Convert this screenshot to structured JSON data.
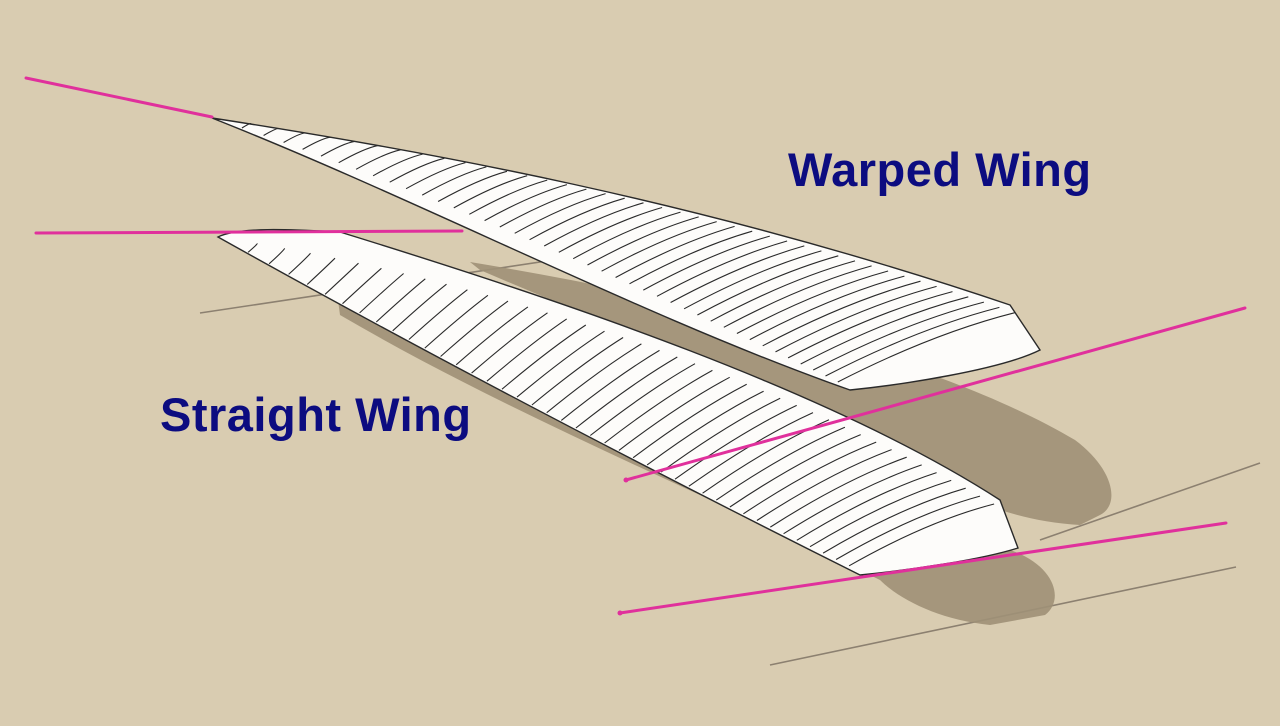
{
  "labels": {
    "warped": "Warped Wing",
    "straight": "Straight Wing"
  },
  "colors": {
    "background": "#d9ccb1",
    "label": "#0c0c80",
    "reference_line": "#e0309c",
    "wing_fill": "#fdfcfa",
    "rib_line": "#2a2a2a",
    "shadow": "#9e9077",
    "ground_line": "#8c8070"
  },
  "wings": [
    {
      "id": "warped-wing",
      "ribs": 42
    },
    {
      "id": "straight-wing",
      "ribs": 42
    }
  ]
}
